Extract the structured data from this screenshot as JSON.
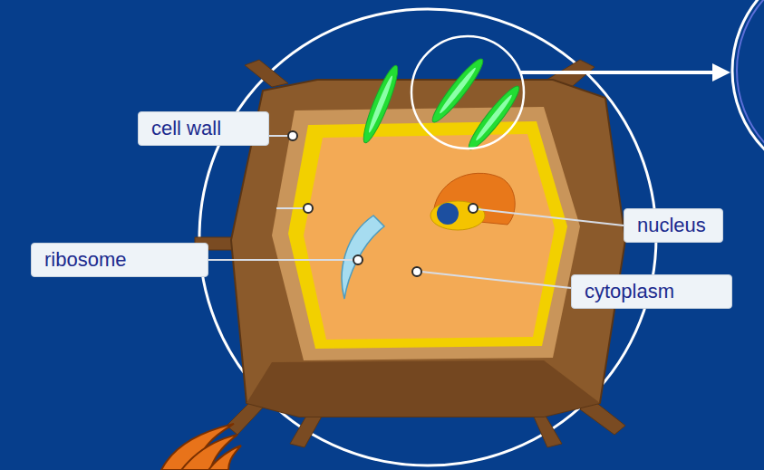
{
  "diagram": {
    "nodes": [
      {
        "text": [
          "cell wall"
        ]
      },
      {
        "text": [
          "nucleus"
        ]
      },
      {
        "text": [
          "ribosome"
        ]
      },
      {
        "text": [
          "cytoplasm"
        ]
      }
    ]
  }
}
